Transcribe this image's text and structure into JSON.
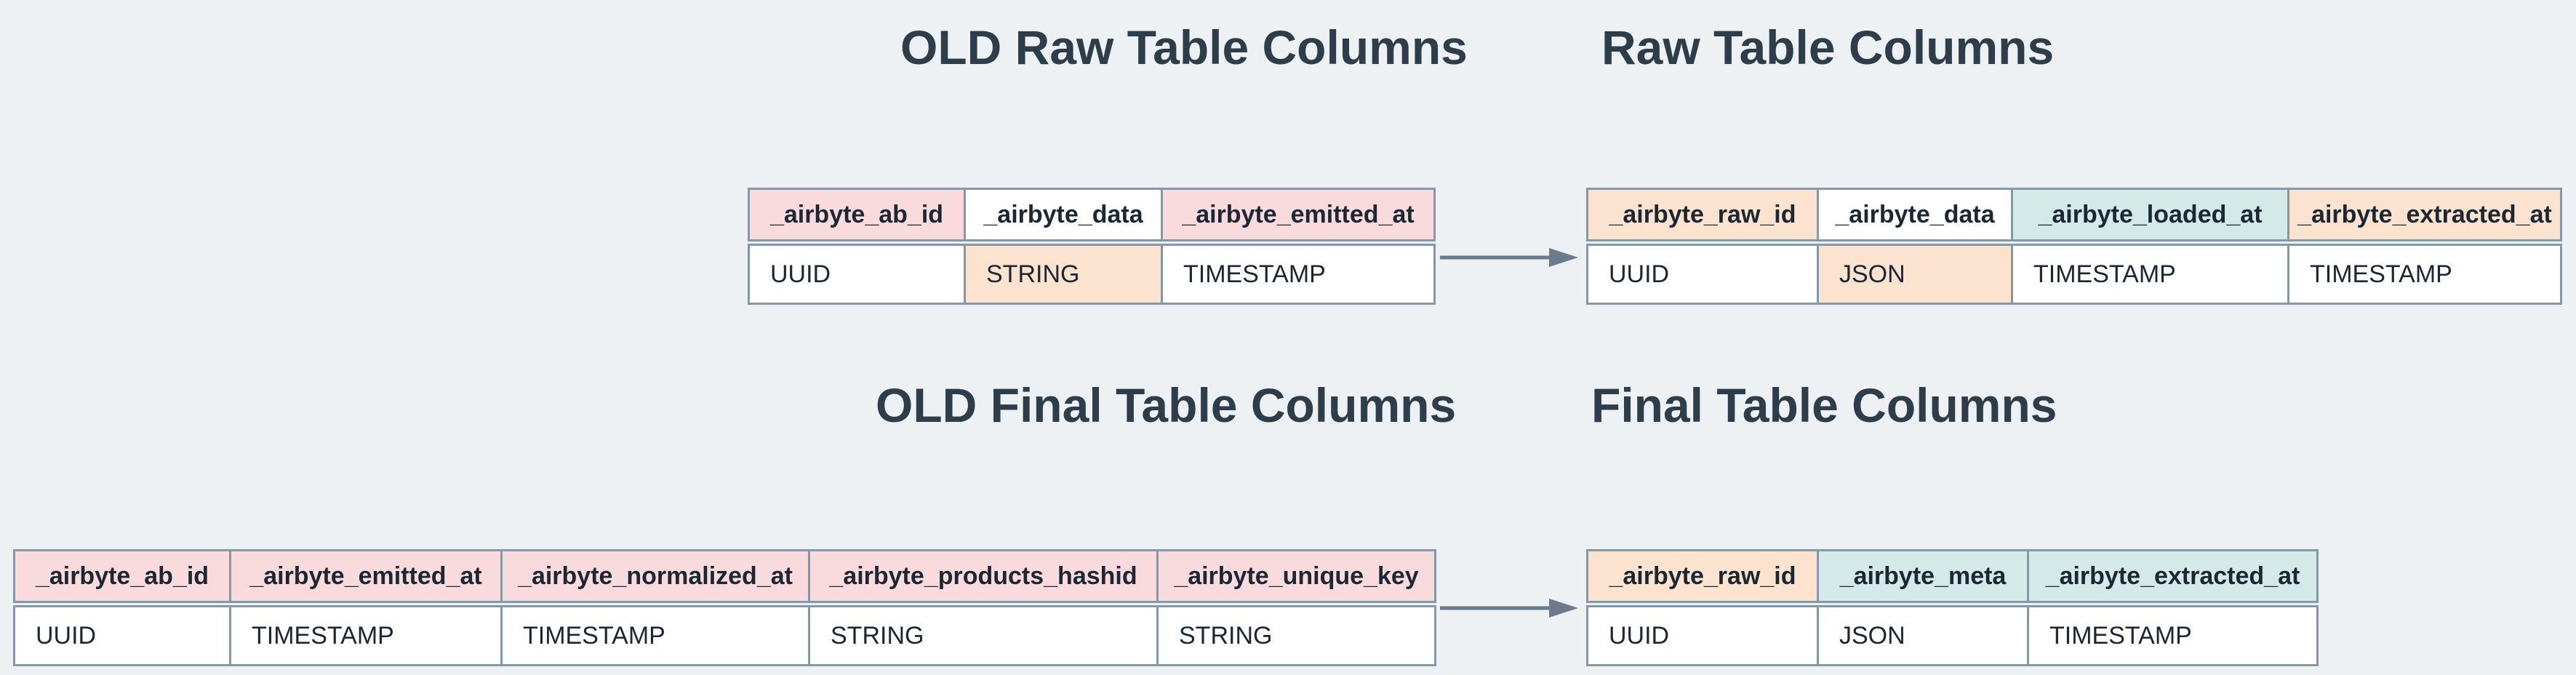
{
  "palette": {
    "background": "#edf1f4",
    "table_border": "#8598a9",
    "title_text": "#2e3d4a",
    "arrow": "#6b7b8b",
    "removed_bg": "#f9dbde",
    "changed_bg": "#fce3d0",
    "added_bg": "#d3eae8",
    "plain_bg": "#ffffff"
  },
  "titles": {
    "old_raw": "OLD Raw Table Columns",
    "new_raw": "Raw Table Columns",
    "old_final": "OLD Final Table Columns",
    "new_final": "Final Table Columns"
  },
  "tables": {
    "old_raw": {
      "columns": [
        {
          "name": "_airbyte_ab_id",
          "type": "UUID"
        },
        {
          "name": "_airbyte_data",
          "type": "STRING"
        },
        {
          "name": "_airbyte_emitted_at",
          "type": "TIMESTAMP"
        }
      ]
    },
    "new_raw": {
      "columns": [
        {
          "name": "_airbyte_raw_id",
          "type": "UUID"
        },
        {
          "name": "_airbyte_data",
          "type": "JSON"
        },
        {
          "name": "_airbyte_loaded_at",
          "type": "TIMESTAMP"
        },
        {
          "name": "_airbyte_extracted_at",
          "type": "TIMESTAMP"
        }
      ]
    },
    "old_final": {
      "columns": [
        {
          "name": "_airbyte_ab_id",
          "type": "UUID"
        },
        {
          "name": "_airbyte_emitted_at",
          "type": "TIMESTAMP"
        },
        {
          "name": "_airbyte_normalized_at",
          "type": "TIMESTAMP"
        },
        {
          "name": "_airbyte_products_hashid",
          "type": "STRING"
        },
        {
          "name": "_airbyte_unique_key",
          "type": "STRING"
        }
      ]
    },
    "new_final": {
      "columns": [
        {
          "name": "_airbyte_raw_id",
          "type": "UUID"
        },
        {
          "name": "_airbyte_meta",
          "type": "JSON"
        },
        {
          "name": "_airbyte_extracted_at",
          "type": "TIMESTAMP"
        }
      ]
    }
  }
}
